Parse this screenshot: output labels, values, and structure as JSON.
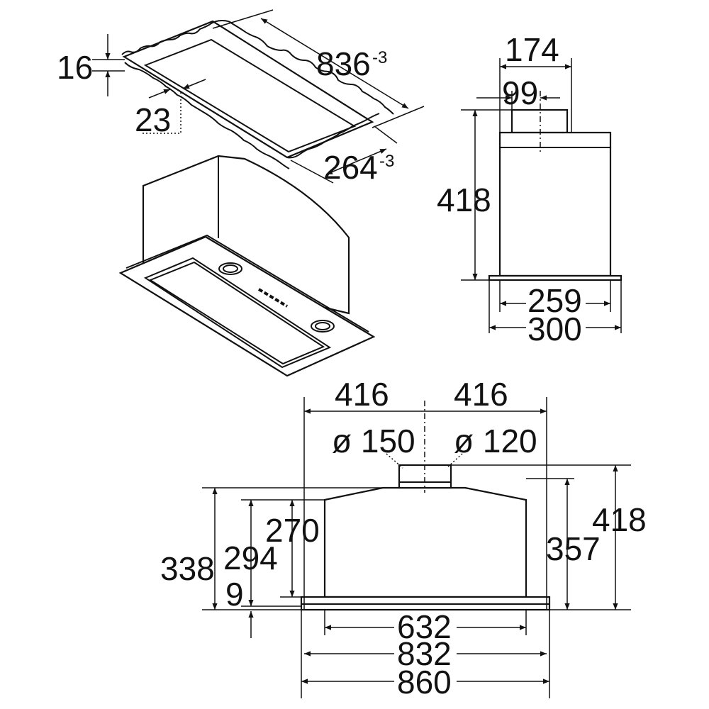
{
  "frame_view": {
    "height": "16",
    "lip_depth": "23",
    "length": "836",
    "length_tolerance": "-3",
    "width": "264",
    "width_tolerance": "-3"
  },
  "side_view": {
    "top_spigot_width": "174",
    "spigot_width": "99",
    "height": "418",
    "body_depth": "259",
    "panel_depth": "300"
  },
  "front_view": {
    "left_half": "416",
    "right_half": "416",
    "duct_large": "ø 150",
    "duct_small": "ø 120",
    "height_338": "338",
    "height_294": "294",
    "height_270": "270",
    "gap_9": "9",
    "height_357": "357",
    "height_418": "418",
    "width_632": "632",
    "width_832": "832",
    "width_860": "860"
  }
}
